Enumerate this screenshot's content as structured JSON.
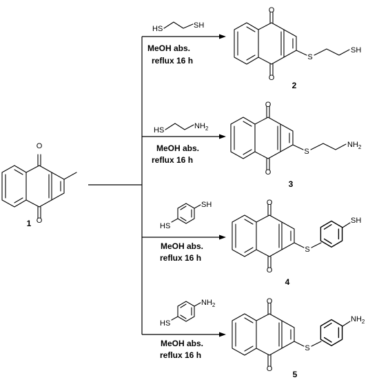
{
  "scheme": {
    "start_compound": {
      "label": "1"
    },
    "atoms": {
      "oxygen": "O",
      "sulfur": "S"
    },
    "reactions": [
      {
        "reagent": {
          "left_group": "HS",
          "right_group": "SH",
          "right_sub": ""
        },
        "conditions": [
          "MeOH abs.",
          "reflux 16 h"
        ],
        "product": {
          "label": "2",
          "group": "SH",
          "group_sub": ""
        }
      },
      {
        "reagent": {
          "left_group": "HS",
          "right_group": "NH",
          "right_sub": "2"
        },
        "conditions": [
          "MeOH abs.",
          "reflux 16 h"
        ],
        "product": {
          "label": "3",
          "group": "NH",
          "group_sub": "2"
        }
      },
      {
        "reagent": {
          "left_group": "HS",
          "right_group": "SH",
          "right_sub": ""
        },
        "conditions": [
          "MeOH abs.",
          "reflux 16 h"
        ],
        "product": {
          "label": "4",
          "group": "SH",
          "group_sub": ""
        }
      },
      {
        "reagent": {
          "left_group": "HS",
          "right_group": "NH",
          "right_sub": "2"
        },
        "conditions": [
          "MeOH abs.",
          "reflux 16 h"
        ],
        "product": {
          "label": "5",
          "group": "NH",
          "group_sub": "2"
        }
      }
    ]
  }
}
